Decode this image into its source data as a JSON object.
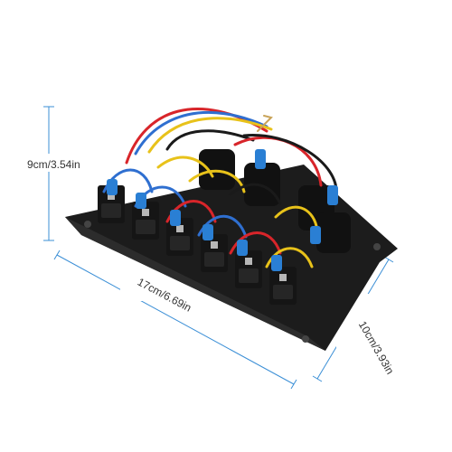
{
  "dimensions": {
    "height": "9cm/3.54in",
    "width": "17cm/6.69in",
    "depth": "10cm/3.93in"
  },
  "colors": {
    "dimension_line": "#3b8fd6",
    "panel": "#1c1c1c",
    "switch_body": "#151515",
    "connector_blue": "#2a7fd4",
    "wire_red": "#d8252a",
    "wire_yellow": "#e8c21a",
    "wire_blue": "#2f6fd0",
    "wire_black": "#1a1a1a"
  },
  "switches": [
    {
      "name": "switch-1"
    },
    {
      "name": "switch-2"
    },
    {
      "name": "switch-3"
    },
    {
      "name": "switch-4"
    },
    {
      "name": "switch-5"
    },
    {
      "name": "switch-6"
    }
  ]
}
